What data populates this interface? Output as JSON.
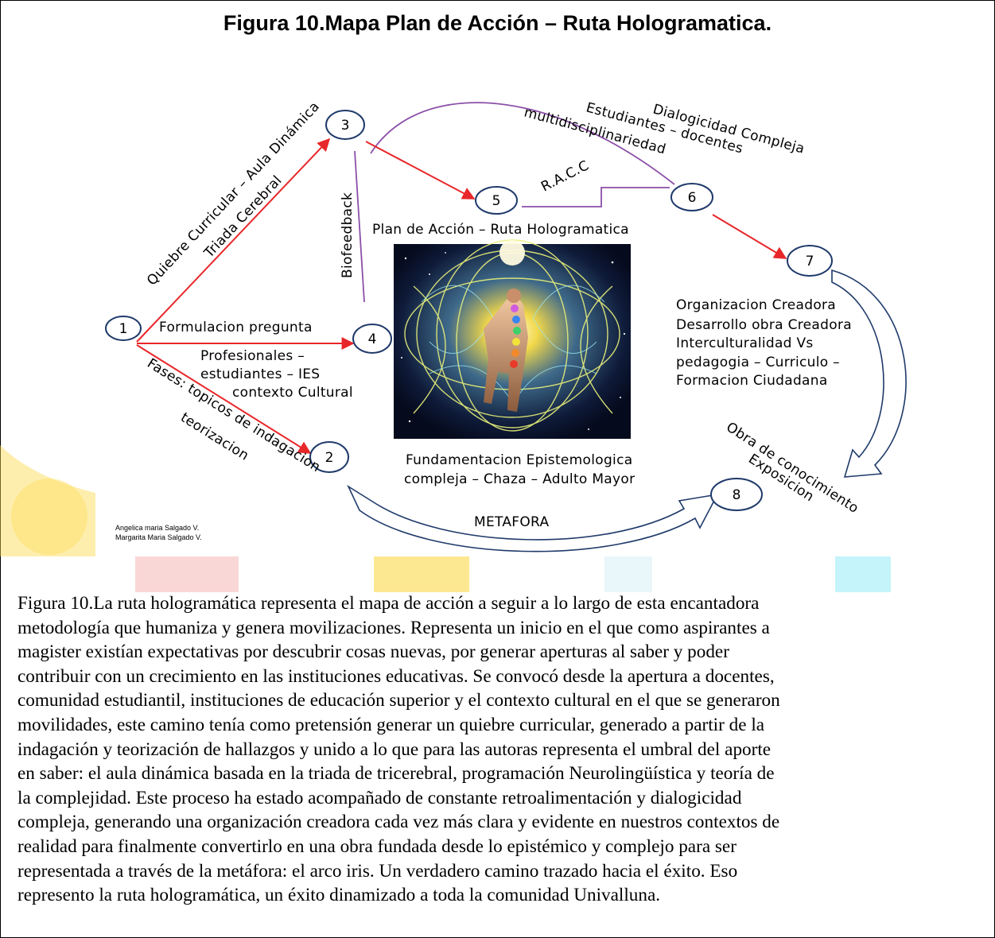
{
  "title": "Figura 10.Mapa Plan de Acción – Ruta Hologramatica.",
  "nodes": [
    {
      "id": "1",
      "label": "1"
    },
    {
      "id": "2",
      "label": "2"
    },
    {
      "id": "3",
      "label": "3"
    },
    {
      "id": "4",
      "label": "4"
    },
    {
      "id": "5",
      "label": "5"
    },
    {
      "id": "6",
      "label": "6"
    },
    {
      "id": "7",
      "label": "7"
    },
    {
      "id": "8",
      "label": "8"
    }
  ],
  "labels": {
    "quiebre_1": "Quiebre Curricular – Aula Dinámica",
    "quiebre_2": "Triada Cerebral",
    "dialogicidad": "Dialogicidad Compleja",
    "estudiantes": "Estudiantes – docentes",
    "multi": "multidisciplinariedad",
    "racc": "R.A.C.C",
    "biofeedback": "Biofeedback",
    "plan": "Plan de Acción – Ruta Hologramatica",
    "formulacion": "Formulacion pregunta",
    "profesionales_1": "Profesionales –",
    "profesionales_2": "estudiantes – IES",
    "profesionales_3": "contexto Cultural",
    "fases_1": "Fases: topicos de indagacion",
    "fases_2": "teorizacion",
    "organizacion_1": "Organizacion Creadora",
    "organizacion_2": "Desarrollo obra Creadora",
    "organizacion_3": "Interculturalidad Vs",
    "organizacion_4": "pedagogia – Curriculo –",
    "organizacion_5": "Formacion Ciudadana",
    "fundamentacion_1": "Fundamentacion Epistemologica",
    "fundamentacion_2": "compleja – Chaza – Adulto Mayor",
    "obra_1": "Obra de conocimiento",
    "obra_2": "Exposicion",
    "metafora": "METAFORA",
    "authors_1": "Angelica maria Salgado V.",
    "authors_2": "Margarita Maria Salgado V."
  },
  "colors": {
    "arrow_red": "#e8272a",
    "line_purple": "#8a4fa8",
    "node_stroke": "#1f3a6a",
    "curve_stroke": "#1f3a6a",
    "watermark_yellow": "#fcd94a",
    "watermark_cyan": "#7fe6f5"
  },
  "caption": {
    "lines": [
      " Figura 10.La ruta hologramática representa el mapa de acción a seguir a lo largo de esta encantadora",
      "metodología que humaniza y genera movilizaciones. Representa un inicio en el que como aspirantes a",
      "magister existían expectativas por descubrir cosas nuevas, por generar aperturas al saber y poder",
      "contribuir con un crecimiento en las instituciones educativas. Se convocó desde la apertura a docentes,",
      "comunidad estudiantil, instituciones de educación superior y el contexto cultural en el que se generaron",
      "movilidades, este camino tenía como pretensión generar un quiebre curricular, generado a partir de la",
      "indagación y teorización de hallazgos y unido a lo que para las autoras representa el umbral del aporte",
      "en saber: el aula dinámica basada en la triada de tricerebral, programación Neurolingüística y teoría de",
      "la complejidad. Este proceso ha estado acompañado de constante retroalimentación y dialogicidad",
      "compleja, generando una organización creadora cada vez más clara y evidente en nuestros contextos de",
      "realidad para finalmente convertirlo en una obra fundada desde lo epistémico y complejo para ser",
      "representada a través de la metáfora: el arco iris. Un verdadero camino trazado hacia el éxito. Eso",
      "represento la ruta hologramática, un éxito dinamizado a toda la comunidad Univalluna."
    ]
  }
}
